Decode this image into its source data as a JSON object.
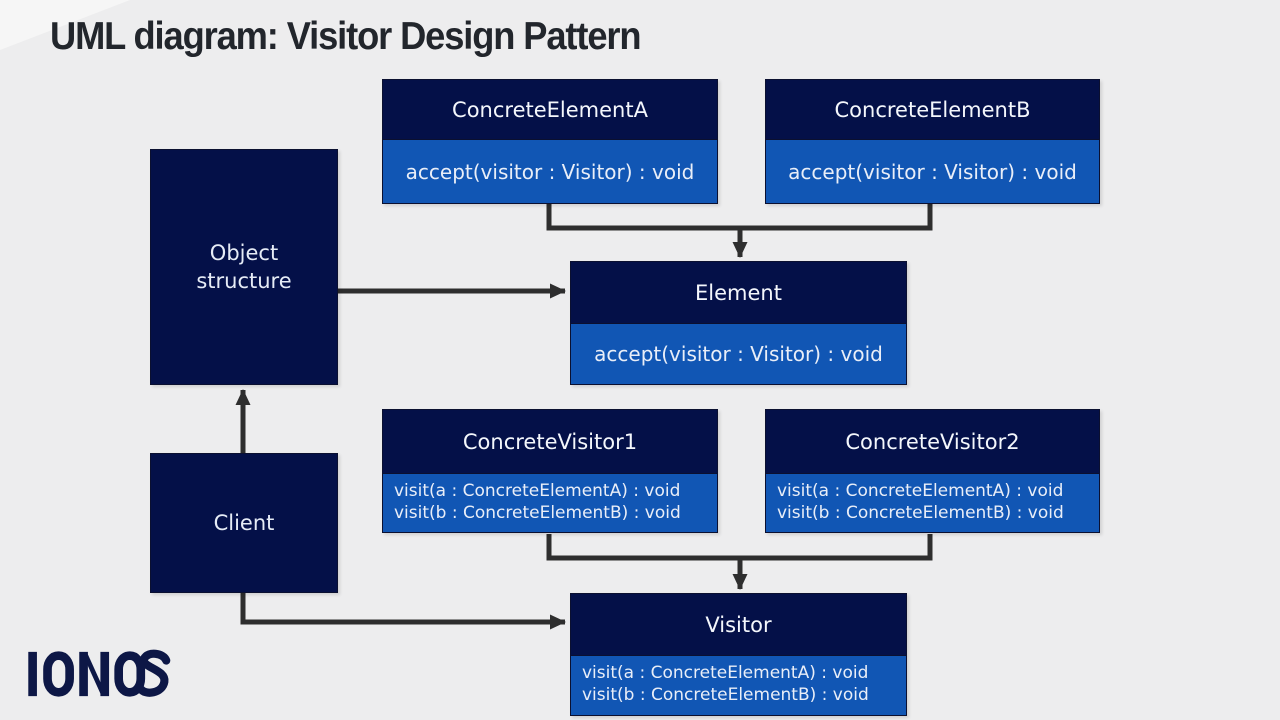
{
  "title": "UML diagram: Visitor Design Pattern",
  "brand": {
    "logo_text": "IONOS"
  },
  "colors": {
    "background": "#ededee",
    "class_header": "#041048",
    "class_body": "#1156b4",
    "arrow": "#2e2e2e",
    "title_text": "#22262c",
    "logo_navy": "#0d1746"
  },
  "diagram": {
    "classes": [
      {
        "id": "concrete-element-a",
        "name": "ConcreteElementA",
        "methods": [
          "accept(visitor : Visitor) : void"
        ]
      },
      {
        "id": "concrete-element-b",
        "name": "ConcreteElementB",
        "methods": [
          "accept(visitor : Visitor) : void"
        ]
      },
      {
        "id": "element",
        "name": "Element",
        "methods": [
          "accept(visitor : Visitor) : void"
        ]
      },
      {
        "id": "concrete-visitor-1",
        "name": "ConcreteVisitor1",
        "methods": [
          "visit(a : ConcreteElementA) : void",
          "visit(b : ConcreteElementB) : void"
        ]
      },
      {
        "id": "concrete-visitor-2",
        "name": "ConcreteVisitor2",
        "methods": [
          "visit(a : ConcreteElementA) : void",
          "visit(b : ConcreteElementB) : void"
        ]
      },
      {
        "id": "visitor",
        "name": "Visitor",
        "methods": [
          "visit(a : ConcreteElementA) : void",
          "visit(b : ConcreteElementB) : void"
        ]
      }
    ],
    "actors": [
      {
        "id": "object-structure",
        "label": "Object\nstructure"
      },
      {
        "id": "client",
        "label": "Client"
      }
    ],
    "relations": [
      {
        "from": "ConcreteElementA",
        "to": "Element",
        "type": "arrow"
      },
      {
        "from": "ConcreteElementB",
        "to": "Element",
        "type": "arrow"
      },
      {
        "from": "Object structure",
        "to": "Element",
        "type": "arrow"
      },
      {
        "from": "Client",
        "to": "Object structure",
        "type": "arrow"
      },
      {
        "from": "Client",
        "to": "Visitor",
        "type": "arrow"
      },
      {
        "from": "ConcreteVisitor1",
        "to": "Visitor",
        "type": "arrow"
      },
      {
        "from": "ConcreteVisitor2",
        "to": "Visitor",
        "type": "arrow"
      }
    ]
  }
}
